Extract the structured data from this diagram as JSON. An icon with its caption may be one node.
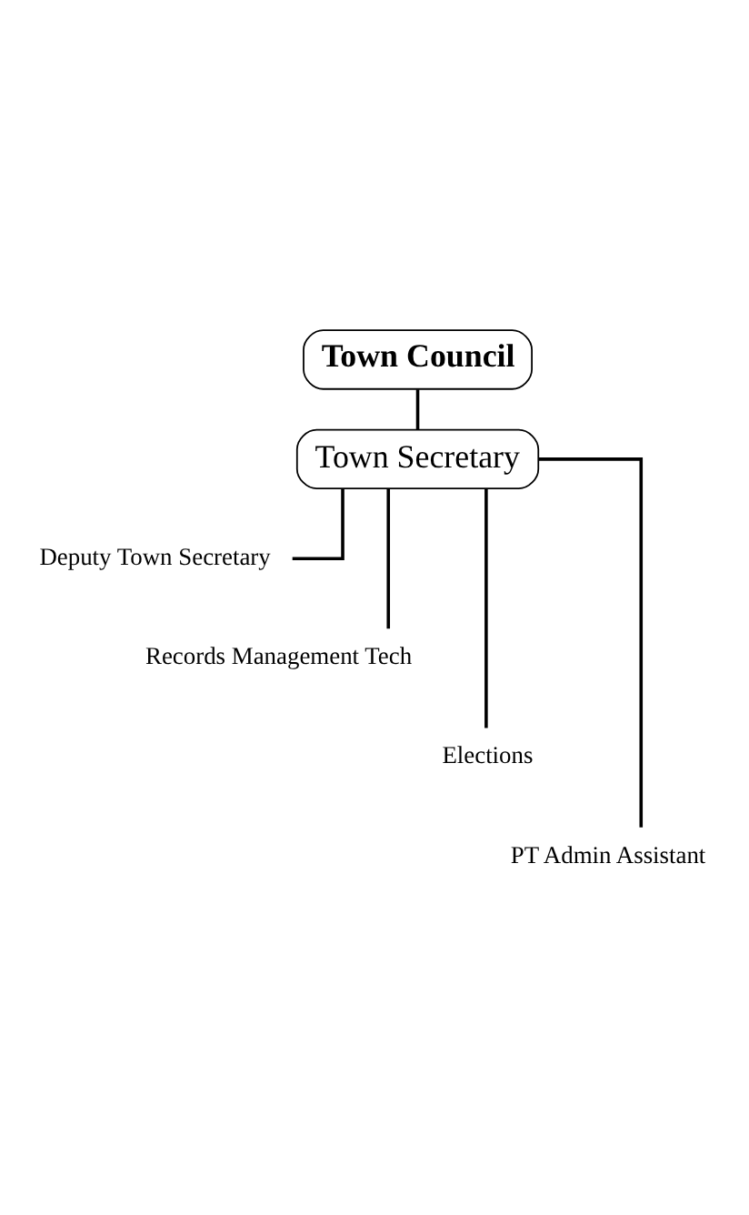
{
  "diagram": {
    "nodes": [
      {
        "text": [
          "Town Council"
        ]
      },
      {
        "text": [
          "Town Secretary"
        ]
      },
      {
        "text": [
          "Deputy Town Secretary"
        ]
      },
      {
        "text": [
          "Records Management Tech"
        ]
      },
      {
        "text": [
          "Elections"
        ]
      },
      {
        "text": [
          "PT Admin Assistant"
        ]
      }
    ],
    "edges": [
      {
        "from": 0,
        "to": 1,
        "arrow": "none"
      },
      {
        "from": 1,
        "to": 2,
        "arrow": "none"
      },
      {
        "from": 1,
        "to": 3,
        "arrow": "none"
      },
      {
        "from": 1,
        "to": 4,
        "arrow": "none"
      },
      {
        "from": 1,
        "to": 5,
        "arrow": "none"
      }
    ]
  }
}
